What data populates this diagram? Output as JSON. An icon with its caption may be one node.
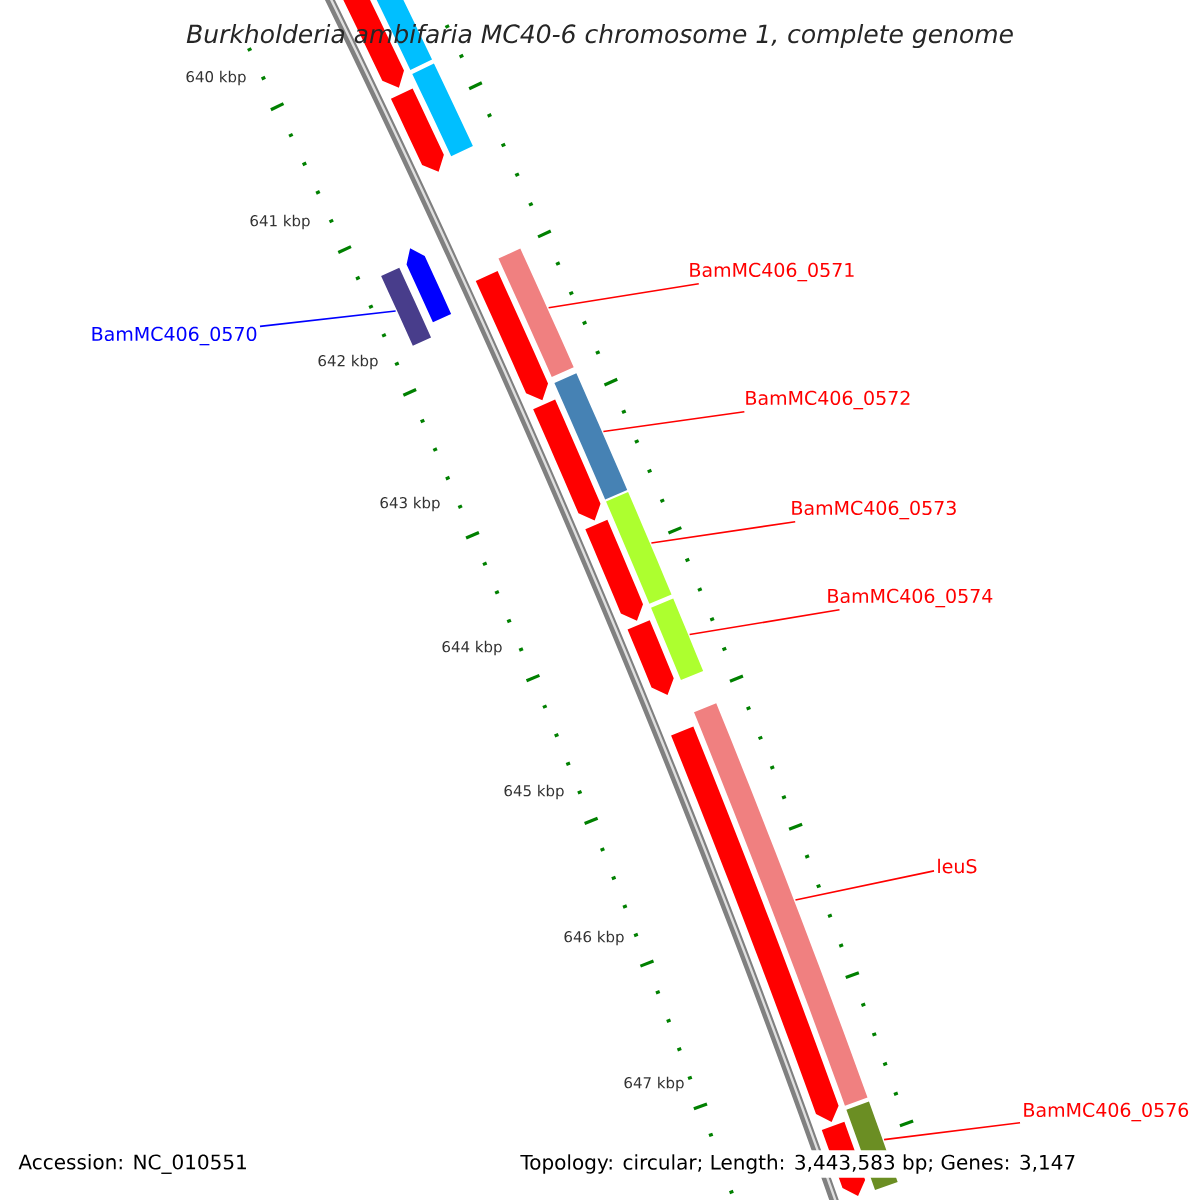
{
  "diagram": {
    "title": "Burkholderia ambifaria MC40-6 chromosome 1, complete genome",
    "nodes": [
      {
        "text": [
          "BamMC406_0570"
        ]
      },
      {
        "text": [],
        "shape": "bar"
      },
      {
        "text": [
          "BamMC406_0571"
        ]
      },
      {
        "text": [],
        "shape": "bar"
      },
      {
        "text": [
          "BamMC406_0572"
        ]
      },
      {
        "text": [],
        "shape": "bar"
      },
      {
        "text": [
          "BamMC406_0573"
        ]
      },
      {
        "text": [],
        "shape": "bar"
      },
      {
        "text": [
          "BamMC406_0574"
        ]
      },
      {
        "text": [],
        "shape": "bar"
      },
      {
        "text": [
          "leuS"
        ]
      },
      {
        "text": [],
        "shape": "bar"
      },
      {
        "text": [
          "BamMC406_0576"
        ]
      },
      {
        "text": [],
        "shape": "bar"
      },
      {
        "text": [],
        "shape": "bar"
      },
      {
        "text": [],
        "shape": "bar"
      },
      {
        "text": [],
        "shape": "bar"
      },
      {
        "text": [],
        "shape": "bar"
      },
      {
        "text": [],
        "shape": "bar"
      },
      {
        "text": [],
        "shape": "bar"
      },
      {
        "text": [],
        "shape": "bar"
      },
      {
        "text": [],
        "shape": "bar"
      },
      {
        "text": [],
        "shape": "bar"
      },
      {
        "text": [],
        "shape": "bar"
      },
      {
        "text": [],
        "shape": "bar"
      }
    ],
    "edges": [
      {
        "from": 0,
        "to": 1,
        "arrow": "none",
        "color": "#0000ff"
      },
      {
        "from": 2,
        "to": 3,
        "arrow": "none"
      },
      {
        "from": 4,
        "to": 5,
        "arrow": "none"
      },
      {
        "from": 6,
        "to": 7,
        "arrow": "none"
      },
      {
        "from": 8,
        "to": 9,
        "arrow": "none"
      },
      {
        "from": 10,
        "to": 11,
        "arrow": "none"
      },
      {
        "from": 12,
        "to": 13,
        "arrow": "none"
      }
    ],
    "labels": [
      "640 kbp",
      "641 kbp",
      "642 kbp",
      "643 kbp",
      "644 kbp",
      "645 kbp",
      "646 kbp",
      "647 kbp",
      "Accession: NC_010551",
      "Topology: circular; Length: 3,443,583 bp; Genes: 3,147"
    ]
  }
}
